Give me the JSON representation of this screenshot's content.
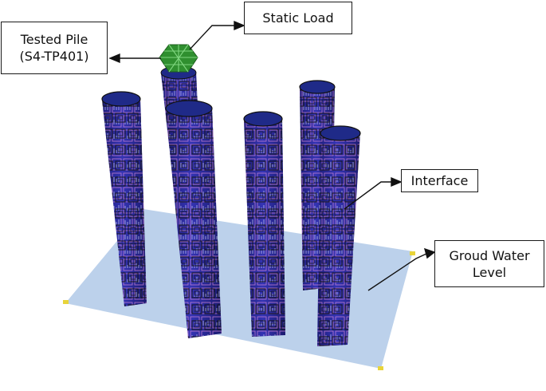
{
  "labels": {
    "static_load": "Static Load",
    "tested_pile_line1": "Tested Pile",
    "tested_pile_line2": "(S4-TP401)",
    "interface": "Interface",
    "ground_water_line1": "Groud Water",
    "ground_water_line2": "Level"
  },
  "colors": {
    "pile_fill": "#2b2b9a",
    "pile_top": "#1f2a88",
    "plane": "#b8cfea",
    "load_mesh": "#2f8f2f",
    "node_marks": "#1a1a1a",
    "interface_marks": [
      "#d98ad9",
      "#8fd1c6",
      "#c2e07a"
    ]
  }
}
